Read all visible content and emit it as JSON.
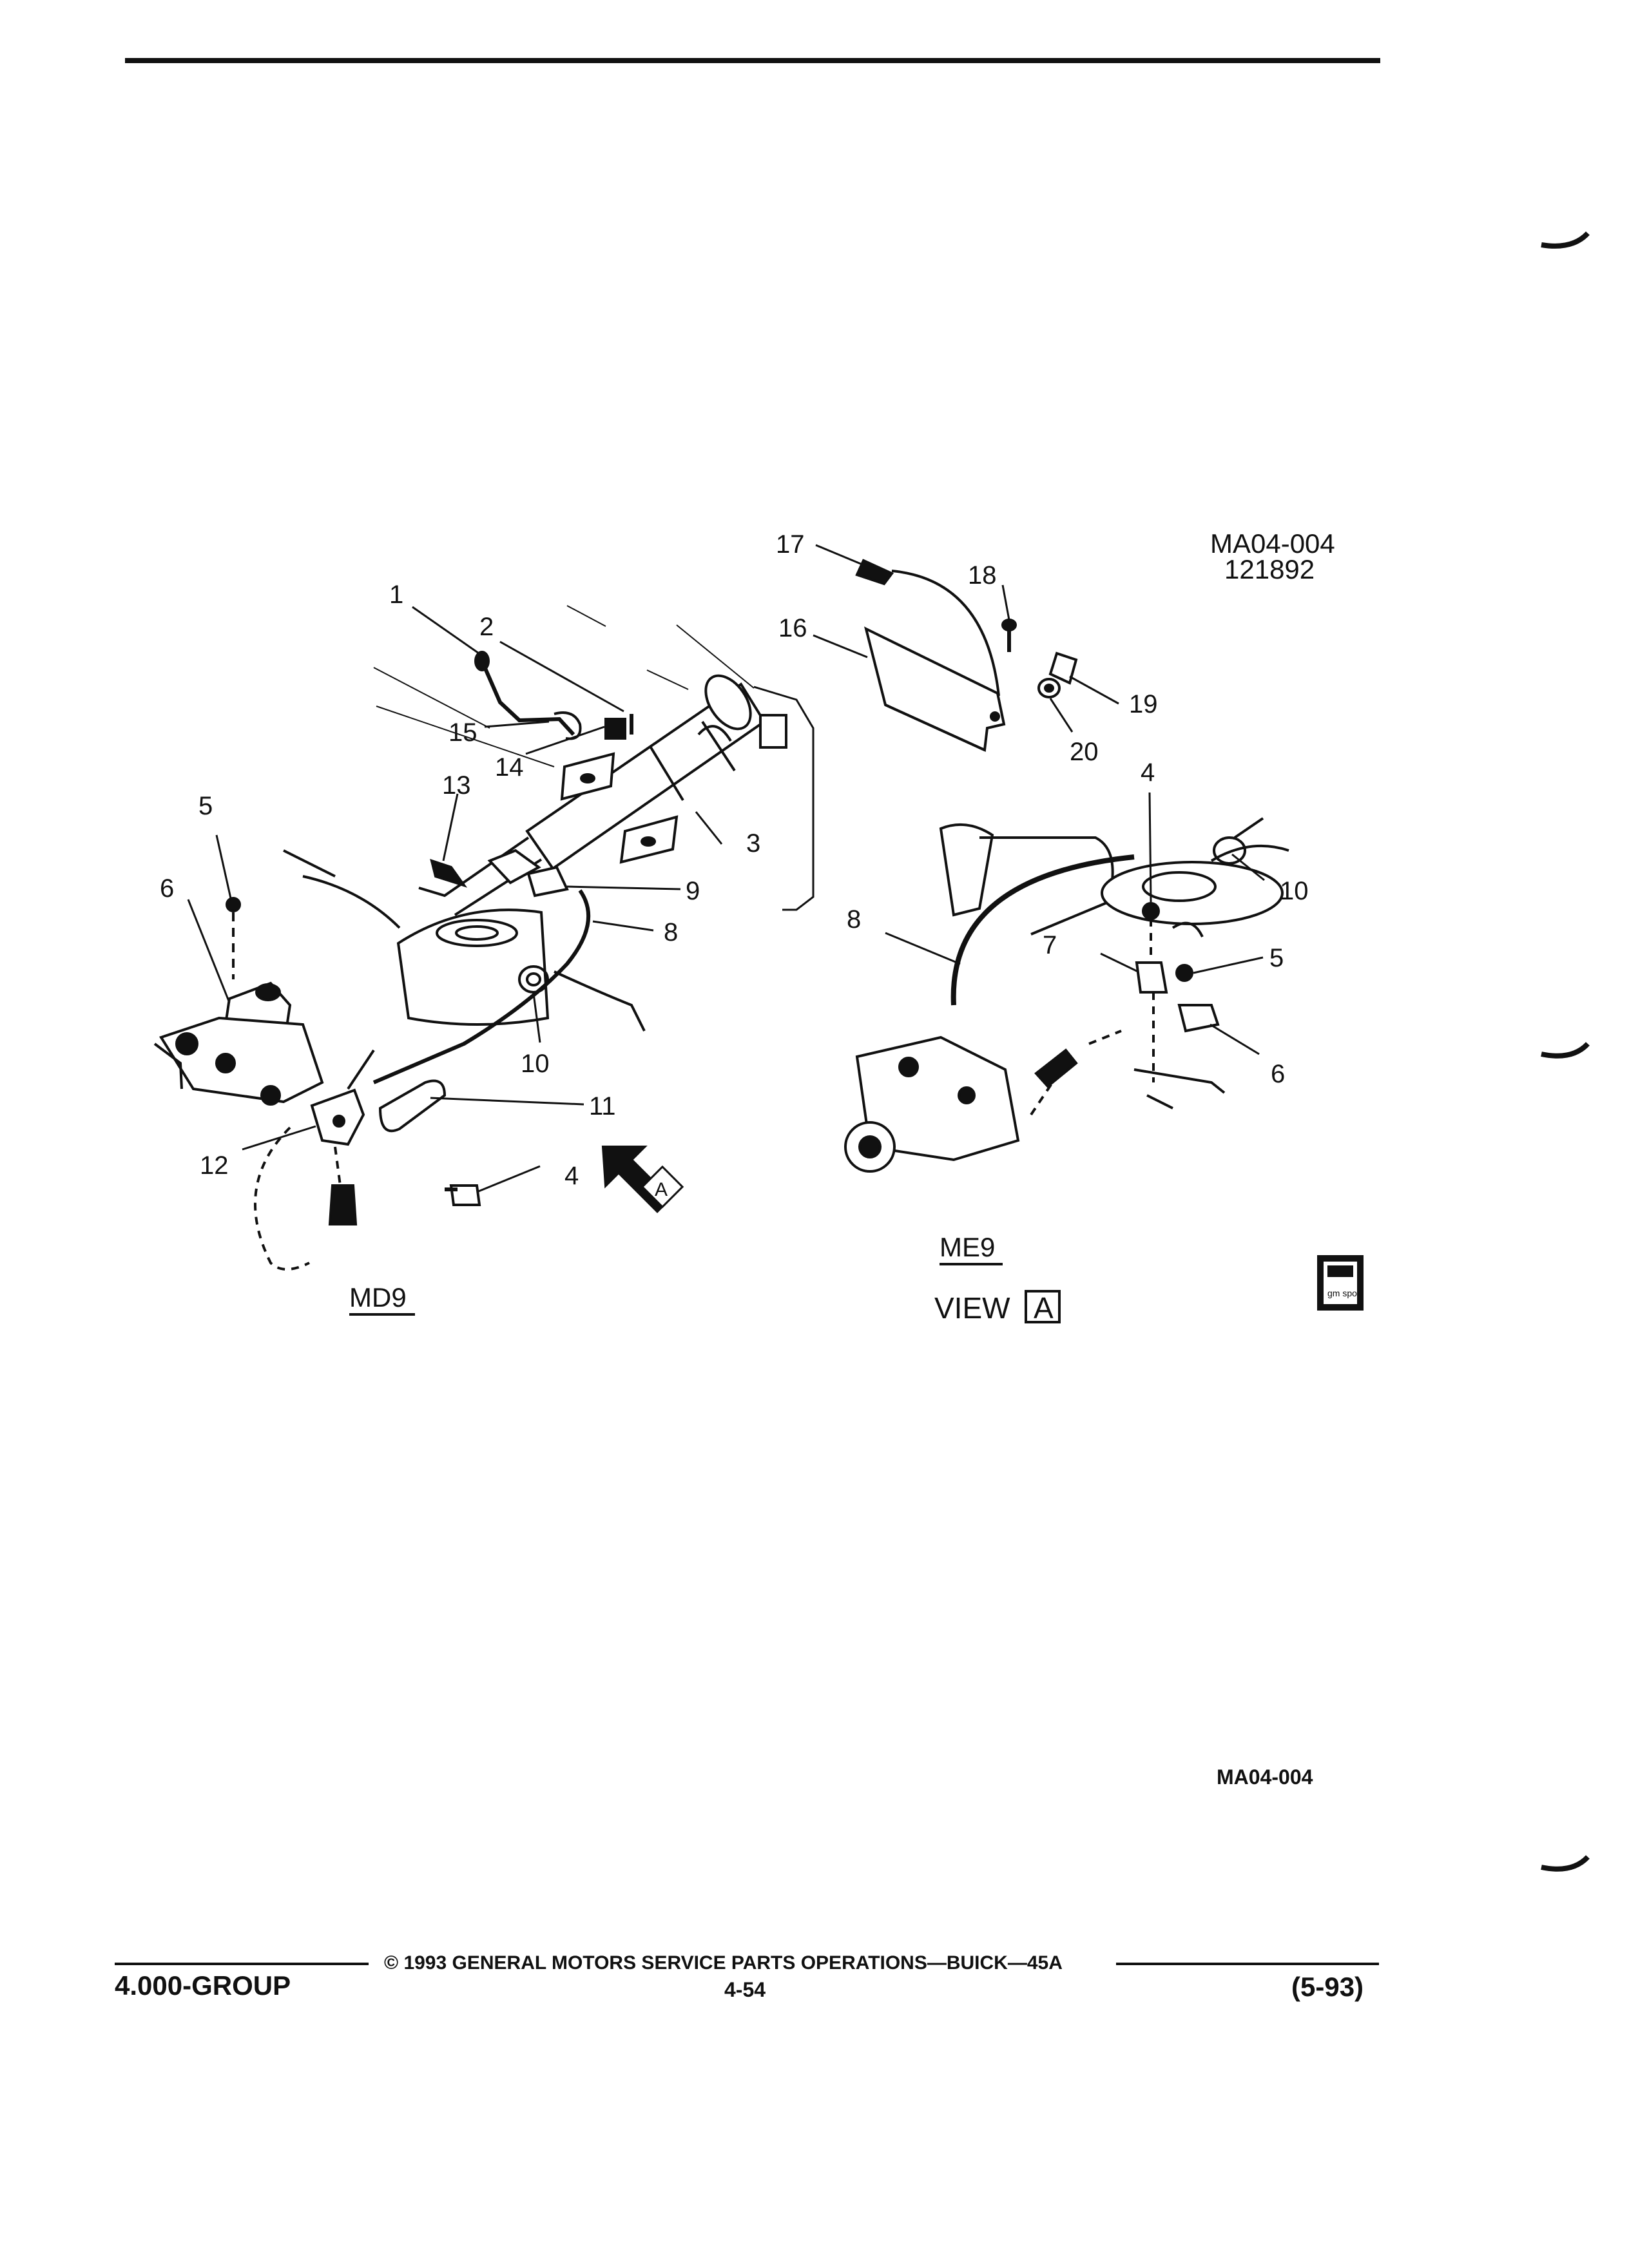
{
  "diagram": {
    "figure_id": "MA04-004",
    "figure_date": "121892",
    "callouts": {
      "c1": "1",
      "c2": "2",
      "c3": "3",
      "c4a": "4",
      "c5a": "5",
      "c6a": "6",
      "c8a": "8",
      "c9": "9",
      "c10a": "10",
      "c11": "11",
      "c12": "12",
      "c13": "13",
      "c14": "14",
      "c15": "15",
      "c16": "16",
      "c17": "17",
      "c18": "18",
      "c19": "19",
      "c20": "20",
      "c4b": "4",
      "c10b": "10",
      "c8b": "8",
      "c7": "7",
      "c5b": "5",
      "c6b": "6"
    },
    "view_marker": "A",
    "left_code": "MD9",
    "right_code": "ME9",
    "view_label": "VIEW",
    "logo_text": "gm spo"
  },
  "figure_id_bottom": "MA04-004",
  "footer": {
    "group": "4.000-GROUP",
    "copyright": "© 1993 GENERAL MOTORS SERVICE PARTS OPERATIONS—BUICK—45A",
    "page_number": "4-54",
    "date_code": "(5-93)"
  }
}
